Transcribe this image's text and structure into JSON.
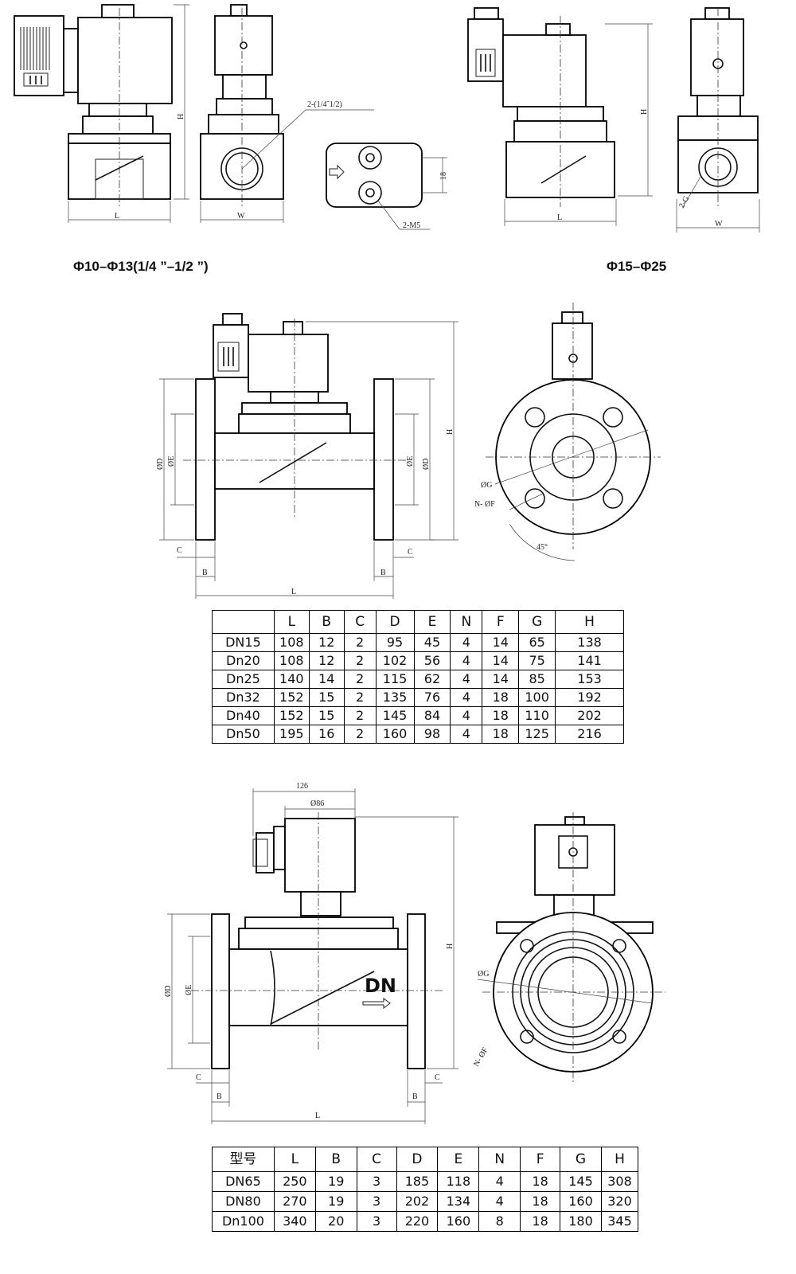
{
  "captions": {
    "small": "Φ10–Φ13(1/4 ”–1/2 ”)",
    "mid": "Φ15–Φ25"
  },
  "labels": {
    "L": "L",
    "W": "W",
    "H": "H",
    "B": "B",
    "C": "C",
    "OD": "ØD",
    "OE": "ØE",
    "OG": "ØG",
    "NOF": "N- ØF",
    "angle": "45°",
    "pipe_thread": "2-(1/4˜1/2)",
    "mount_holes": "2-M5",
    "port_g": "2-G",
    "dim_18": "18",
    "dim_126": "126",
    "dim_86": "Ø86",
    "dn_arrow": "DN"
  },
  "table1": {
    "headers": [
      "",
      "L",
      "B",
      "C",
      "D",
      "E",
      "N",
      "F",
      "G",
      "H"
    ],
    "rows": [
      [
        "DN15",
        "108",
        "12",
        "2",
        "95",
        "45",
        "4",
        "14",
        "65",
        "138"
      ],
      [
        "Dn20",
        "108",
        "12",
        "2",
        "102",
        "56",
        "4",
        "14",
        "75",
        "141"
      ],
      [
        "Dn25",
        "140",
        "14",
        "2",
        "115",
        "62",
        "4",
        "14",
        "85",
        "153"
      ],
      [
        "Dn32",
        "152",
        "15",
        "2",
        "135",
        "76",
        "4",
        "18",
        "100",
        "192"
      ],
      [
        "Dn40",
        "152",
        "15",
        "2",
        "145",
        "84",
        "4",
        "18",
        "110",
        "202"
      ],
      [
        "Dn50",
        "195",
        "16",
        "2",
        "160",
        "98",
        "4",
        "18",
        "125",
        "216"
      ]
    ]
  },
  "table2": {
    "headers": [
      "型号",
      "L",
      "B",
      "C",
      "D",
      "E",
      "N",
      "F",
      "G",
      "H"
    ],
    "rows": [
      [
        "DN65",
        "250",
        "19",
        "3",
        "185",
        "118",
        "4",
        "18",
        "145",
        "308"
      ],
      [
        "DN80",
        "270",
        "19",
        "3",
        "202",
        "134",
        "4",
        "18",
        "160",
        "320"
      ],
      [
        "Dn100",
        "340",
        "20",
        "3",
        "220",
        "160",
        "8",
        "18",
        "180",
        "345"
      ]
    ]
  }
}
